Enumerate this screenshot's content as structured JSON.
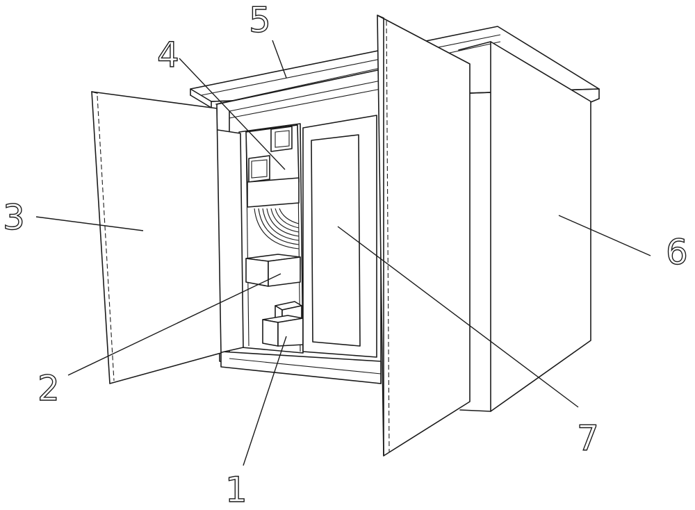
{
  "figure": {
    "labels": [
      {
        "id": "label-1",
        "text": "1",
        "part": "small-box-lower"
      },
      {
        "id": "label-2",
        "text": "2",
        "part": "middle-shelf-box"
      },
      {
        "id": "label-3",
        "text": "3",
        "part": "left-outer-door"
      },
      {
        "id": "label-4",
        "text": "4",
        "part": "upper-box-compartment"
      },
      {
        "id": "label-5",
        "text": "5",
        "part": "roof-cover"
      },
      {
        "id": "label-6",
        "text": "6",
        "part": "cabinet-side-wall"
      },
      {
        "id": "label-7",
        "text": "7",
        "part": "inner-panel"
      }
    ]
  }
}
